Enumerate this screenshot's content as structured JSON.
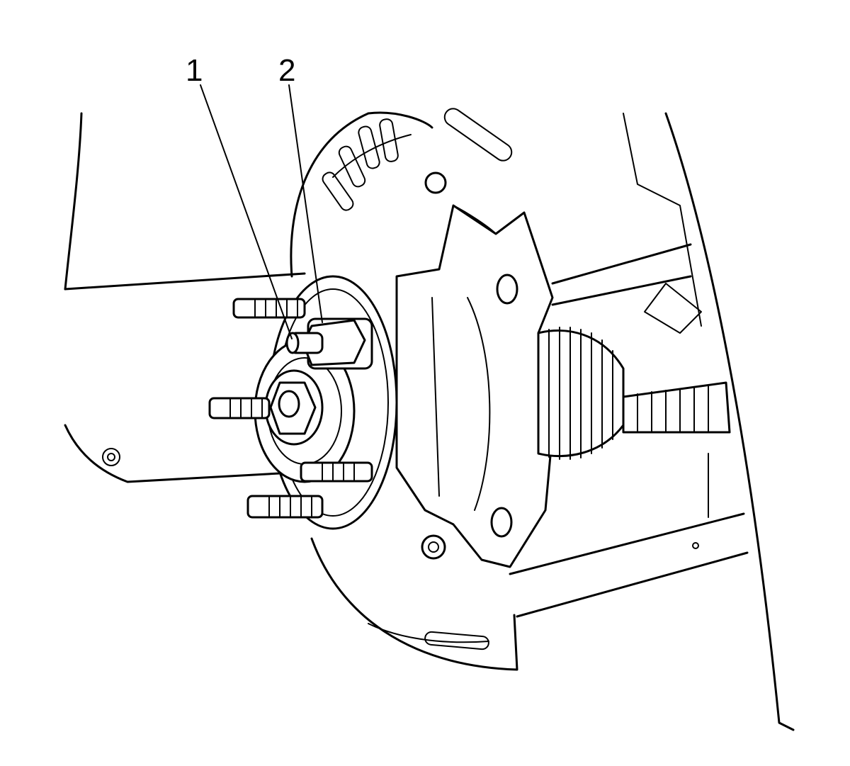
{
  "callouts": [
    {
      "id": "1",
      "label": "1",
      "target": "wheel-stud"
    },
    {
      "id": "2",
      "label": "2",
      "target": "stud-nut"
    }
  ],
  "colors": {
    "line": "#000000",
    "background": "#ffffff"
  }
}
